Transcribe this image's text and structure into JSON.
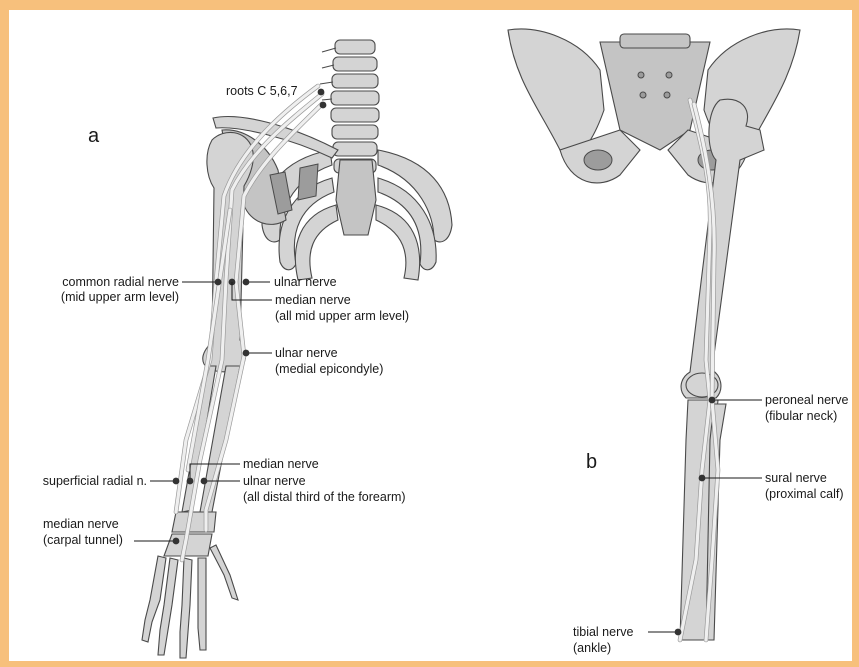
{
  "panel_labels": {
    "a": "a",
    "b": "b"
  },
  "arm_labels": {
    "roots": "roots C 5,6,7",
    "common_radial_1": "common radial nerve",
    "common_radial_2": "(mid upper arm level)",
    "ulnar_mid": "ulnar nerve",
    "median_mid_1": "median nerve",
    "median_mid_2": "(all mid upper arm level)",
    "ulnar_elbow_1": "ulnar nerve",
    "ulnar_elbow_2": "(medial epicondyle)",
    "median_distal": "median nerve",
    "superficial_radial": "superficial radial n.",
    "ulnar_distal_1": "ulnar nerve",
    "ulnar_distal_2": "(all distal third of the forearm)",
    "median_carpal_1": "median nerve",
    "median_carpal_2": "(carpal tunnel)"
  },
  "leg_labels": {
    "peroneal_1": "peroneal nerve",
    "peroneal_2": "(fibular neck)",
    "sural_1": "sural nerve",
    "sural_2": "(proximal calf)",
    "tibial_1": "tibial nerve",
    "tibial_2": "(ankle)"
  },
  "colors": {
    "frame": "#f7c07c",
    "bone": "#d4d4d4",
    "nerve": "#efefef",
    "marker": "#333333"
  }
}
